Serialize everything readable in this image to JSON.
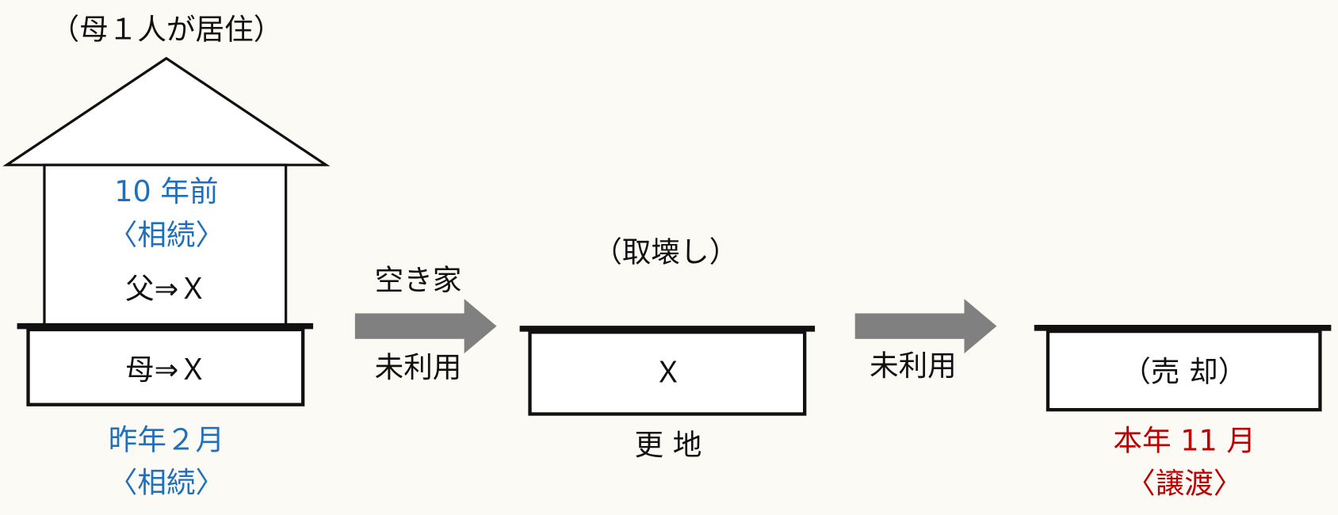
{
  "colors": {
    "background": "#fbfaf5",
    "blue": "#1f6fbf",
    "red": "#c00000",
    "arrow": "#808080"
  },
  "house": {
    "caption": "（母１人が居住）",
    "upper_date": "10 年前",
    "upper_event": "〈相続〉",
    "upper_transfer": "父⇒Ｘ",
    "lower_transfer": "母⇒Ｘ",
    "lower_date": "昨年２月",
    "lower_event": "〈相続〉"
  },
  "arrow1": {
    "top_label": "空き家",
    "bottom_label": "未利用"
  },
  "vacant_lot": {
    "caption": "（取壊し）",
    "owner": "Ｘ",
    "label": "更 地"
  },
  "arrow2": {
    "label": "未利用"
  },
  "sale": {
    "label": "（売 却）",
    "date": "本年 11 月",
    "event": "〈譲渡〉"
  }
}
